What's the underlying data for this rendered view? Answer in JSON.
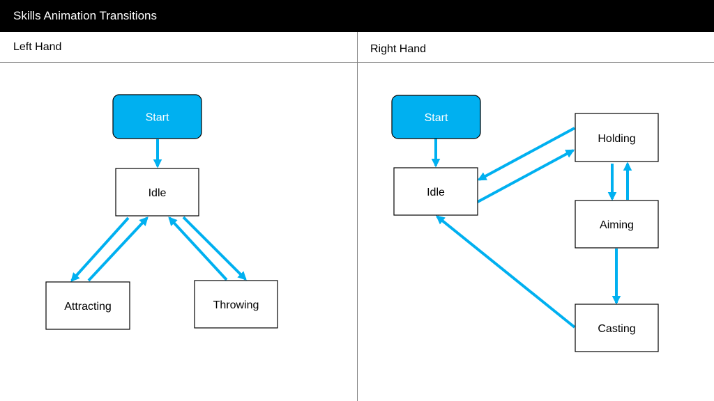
{
  "header": {
    "title": "Skills Animation Transitions"
  },
  "panels": {
    "left": {
      "label": "Left Hand"
    },
    "right": {
      "label": "Right Hand"
    }
  },
  "colors": {
    "accent": "#00b0f0",
    "start_fill": "#00b0f0",
    "node_border": "#000000",
    "title_bar": "#000000",
    "divider": "#7f7f7f"
  },
  "left_diagram": {
    "nodes": {
      "start": "Start",
      "idle": "Idle",
      "attracting": "Attracting",
      "throwing": "Throwing"
    },
    "transitions": [
      {
        "from": "Start",
        "to": "Idle"
      },
      {
        "from": "Idle",
        "to": "Attracting"
      },
      {
        "from": "Attracting",
        "to": "Idle"
      },
      {
        "from": "Idle",
        "to": "Throwing"
      },
      {
        "from": "Throwing",
        "to": "Idle"
      }
    ]
  },
  "right_diagram": {
    "nodes": {
      "start": "Start",
      "idle": "Idle",
      "holding": "Holding",
      "aiming": "Aiming",
      "casting": "Casting"
    },
    "transitions": [
      {
        "from": "Start",
        "to": "Idle"
      },
      {
        "from": "Holding",
        "to": "Idle"
      },
      {
        "from": "Idle",
        "to": "Holding"
      },
      {
        "from": "Holding",
        "to": "Aiming"
      },
      {
        "from": "Aiming",
        "to": "Holding"
      },
      {
        "from": "Aiming",
        "to": "Casting"
      },
      {
        "from": "Casting",
        "to": "Idle"
      }
    ]
  }
}
